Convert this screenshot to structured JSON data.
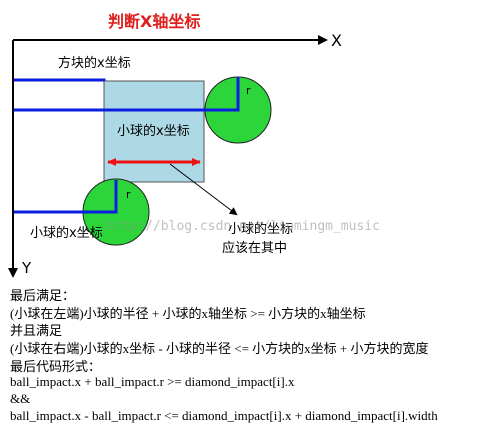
{
  "title": "判断X轴坐标",
  "axes": {
    "x_label": "X",
    "y_label": "Y"
  },
  "labels": {
    "square": "方块的x坐标",
    "square_x": "小球的x坐标",
    "ball": "小球的x坐标",
    "radius_top": "r",
    "radius_bottom": "r",
    "callout_line1": "小球的坐标",
    "callout_line2": "应该在其中"
  },
  "watermark": "http://blog.csdn.net/liumingm_music",
  "text_lines": [
    "最后满足：",
    "(小球在左端)小球的半径 + 小球的x轴坐标 >=  小方块的x轴坐标",
    "   并且满足",
    "(小球在右端)小球的x坐标 - 小球的半径 <= 小方块的x坐标 + 小方块的宽度",
    "最后代码形式：",
    "ball_impact.x + ball_impact.r >= diamond_impact[i].x",
    "&&",
    "ball_impact.x - ball_impact.r <= diamond_impact[i].x + diamond_impact[i].width"
  ],
  "colors": {
    "title": "#e0201e",
    "square_fill": "#add8e6",
    "ball_fill": "#2cd63a",
    "guide_lines": "#0a1ee0",
    "range_arrow": "#ee1111",
    "axis": "#000000"
  }
}
